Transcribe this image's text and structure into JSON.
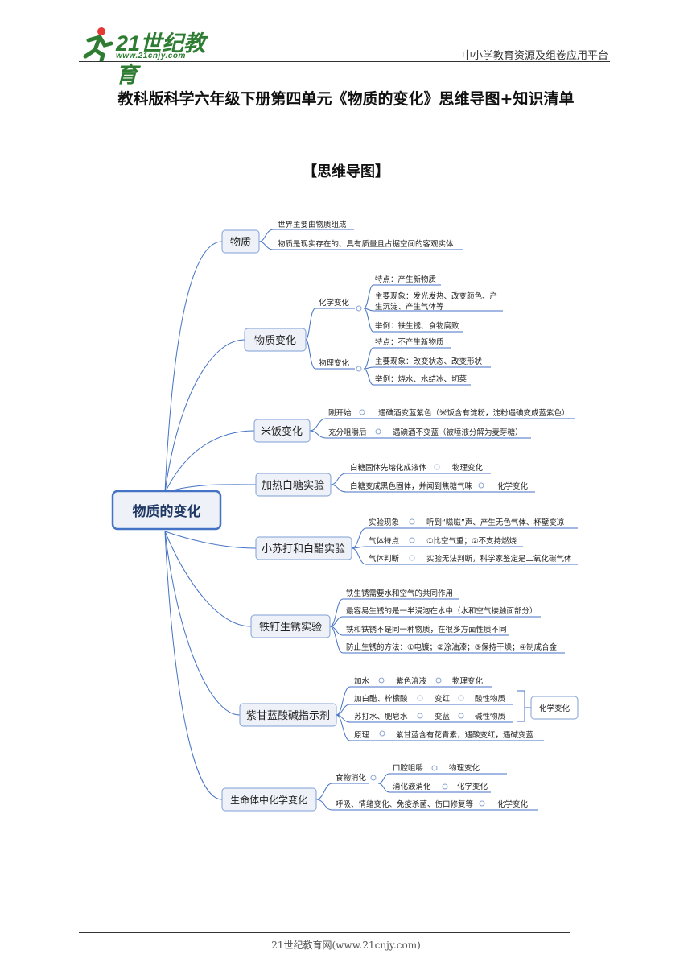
{
  "header": {
    "logo_text": "21世纪教育",
    "logo_url": "www.21cnjy.com",
    "platform": "中小学教育资源及组卷应用平台"
  },
  "title": "教科版科学六年级下册第四单元《物质的变化》思维导图+知识清单",
  "section": "【思维导图】",
  "mindmap": {
    "root": "物质的变化",
    "b1": {
      "label": "物质",
      "items": [
        "世界主要由物质组成",
        "物质是现实存在的、具有质量且占据空间的客观实体"
      ]
    },
    "b2": {
      "label": "物质变化",
      "chem": {
        "label": "化学变化",
        "feature": "特点：产生新物质",
        "phen1": "主要现象：发光发热、改变颜色、产",
        "phen2": "生沉淀、产生气体等",
        "example": "举例：铁生锈、食物腐败"
      },
      "phys": {
        "label": "物理变化",
        "feature": "特点：不产生新物质",
        "phen": "主要现象：改变状态、改变形状",
        "example": "举例：烧水、水结冰、切菜"
      }
    },
    "b3": {
      "label": "米饭变化",
      "r1a": "刚开始",
      "r1b": "遇碘酒变蓝紫色（米饭含有淀粉，淀粉遇碘变成蓝紫色）",
      "r2a": "充分咀嚼后",
      "r2b": "遇碘酒不变蓝（被唾液分解为麦芽糖）"
    },
    "b4": {
      "label": "加热白糖实验",
      "r1a": "白糖固体先熔化成液体",
      "r1b": "物理变化",
      "r2a": "白糖变成黑色固体，并闻到焦糖气味",
      "r2b": "化学变化"
    },
    "b5": {
      "label": "小苏打和白醋实验",
      "r1a": "实验现象",
      "r1b": "听到“嗞嗞”声、产生无色气体、杯壁变凉",
      "r2a": "气体特点",
      "r2b": "①比空气重；②不支持燃烧",
      "r3a": "气体判断",
      "r3b": "实验无法判断，科学家鉴定是二氧化碳气体"
    },
    "b6": {
      "label": "铁钉生锈实验",
      "items": [
        "铁生锈需要水和空气的共同作用",
        "最容易生锈的是一半浸泡在水中（水和空气接触面部分）",
        "铁和铁锈不是同一种物质，在很多方面性质不同",
        "防止生锈的方法：①电镀；②涂油漆；③保持干燥；④制成合金"
      ]
    },
    "b7": {
      "label": "紫甘蓝酸碱指示剂",
      "r1": [
        "加水",
        "紫色溶液",
        "物理变化"
      ],
      "r2": [
        "加白醋、柠檬酸",
        "变红",
        "酸性物质"
      ],
      "r3": [
        "苏打水、肥皂水",
        "变蓝",
        "碱性物质"
      ],
      "r4": [
        "原理",
        "紫甘蓝含有花青素，遇酸变红，遇碱变蓝"
      ],
      "summary": "化学变化"
    },
    "b8": {
      "label": "生命体中化学变化",
      "digest": "食物消化",
      "d1a": "口腔咀嚼",
      "d1b": "物理变化",
      "d2a": "消化液消化",
      "d2b": "化学变化",
      "r2a": "呼吸、情绪变化、免疫杀菌、伤口修复等",
      "r2b": "化学变化"
    }
  },
  "footer": "21世纪教育网(www.21cnjy.com)",
  "colors": {
    "line": "#4472c4",
    "node_border": "#7f9fd6",
    "node_fill": "#eef2f8",
    "root_border": "#4472c4",
    "logo": "#2e7d32"
  }
}
